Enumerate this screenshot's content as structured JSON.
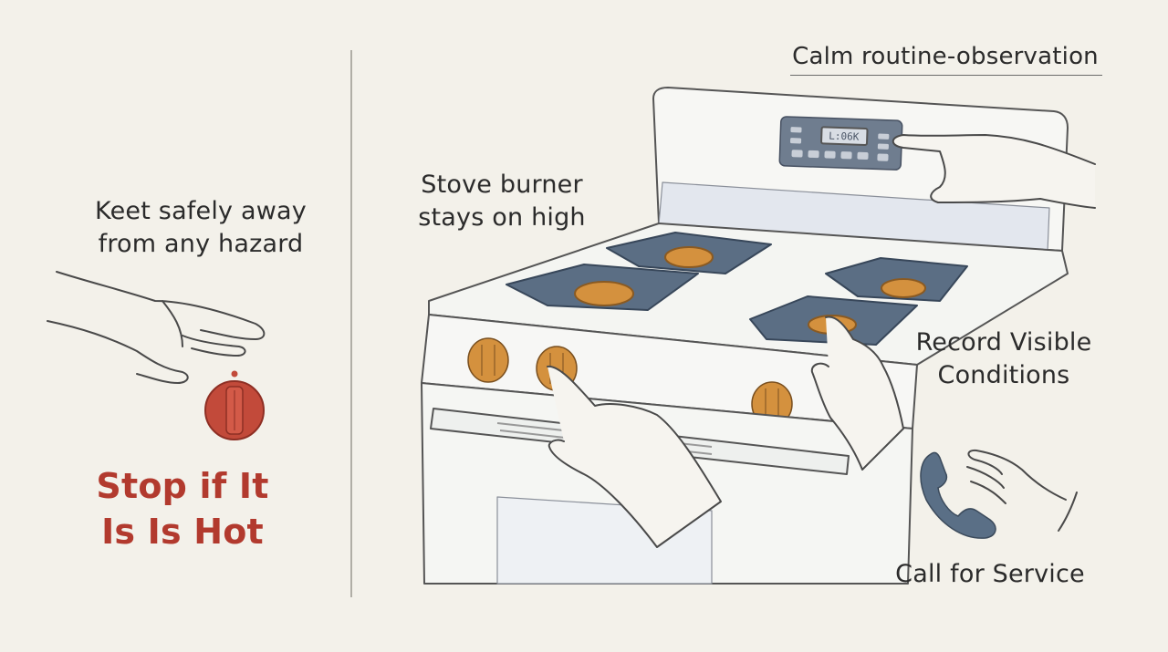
{
  "labels": {
    "keep_line1": "Keet safely away",
    "keep_line2": "from any hazard",
    "stop_line1": "Stop if It",
    "stop_line2": "Is Is Hot",
    "burner_line1": "Stove burner",
    "burner_line2": "stays on high",
    "calm": "Calm routine-observation",
    "record_line1": "Record Visible",
    "record_line2": "Conditions",
    "call": "Call for Service",
    "display_readout": "L:06K"
  },
  "colors": {
    "background": "#f3f1ea",
    "warning_red": "#c24a3a",
    "knob_orange": "#d4913e",
    "grate_blue": "#5b6e84",
    "phone_blue": "#5a6f86",
    "ink": "#3a3a3a"
  },
  "icons": {
    "hot_knob": "hot-knob-icon",
    "phone": "phone-icon"
  }
}
